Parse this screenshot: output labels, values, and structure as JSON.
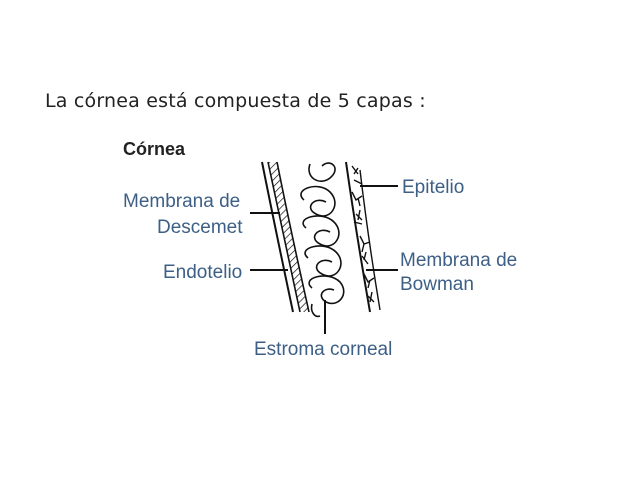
{
  "slide": {
    "title": "La córnea está compuesta de 5 capas :"
  },
  "diagram": {
    "heading": "Córnea",
    "label_color": "#3d5f86",
    "labels": {
      "descemet_line1": "Membrana de",
      "descemet_line2": "Descemet",
      "endotelio": "Endotelio",
      "epitelio": "Epitelio",
      "bowman_line1": "Membrana de",
      "bowman_line2": "Bowman",
      "estroma": "Estroma corneal"
    }
  }
}
